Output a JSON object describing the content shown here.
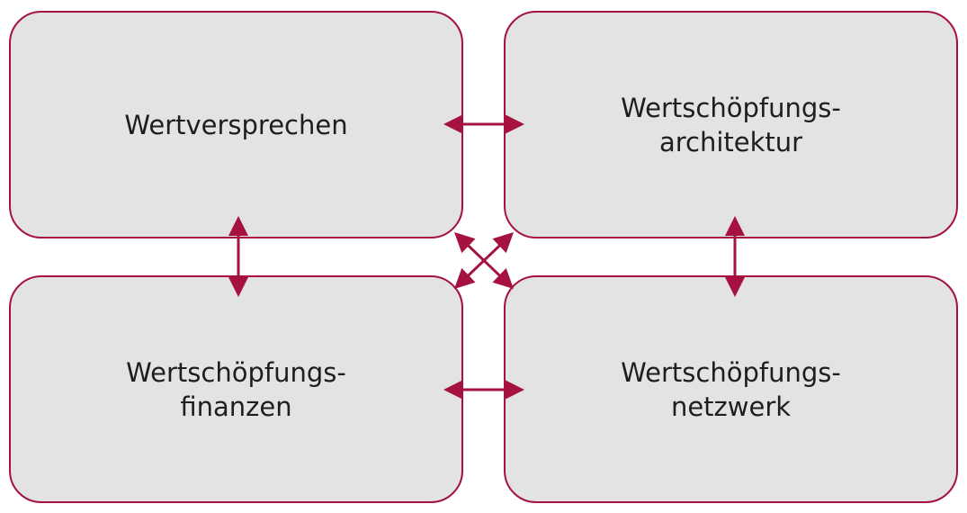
{
  "diagram": {
    "accent_color": "#a5123f",
    "box_fill": "#e3e3e3",
    "boxes": {
      "value_proposition": "Wertversprechen",
      "value_architecture": "Wertschöpfungs-\narchitektur",
      "value_finances": "Wertschöpfungs-\nfinanzen",
      "value_network": "Wertschöpfungs-\nnetzwerk"
    },
    "connections": [
      {
        "from": "value_proposition",
        "to": "value_architecture",
        "style": "double-arrow"
      },
      {
        "from": "value_finances",
        "to": "value_network",
        "style": "double-arrow"
      },
      {
        "from": "value_proposition",
        "to": "value_finances",
        "style": "double-arrow"
      },
      {
        "from": "value_architecture",
        "to": "value_network",
        "style": "double-arrow"
      },
      {
        "from": "value_proposition",
        "to": "value_network",
        "style": "double-arrow"
      },
      {
        "from": "value_architecture",
        "to": "value_finances",
        "style": "double-arrow"
      }
    ]
  }
}
